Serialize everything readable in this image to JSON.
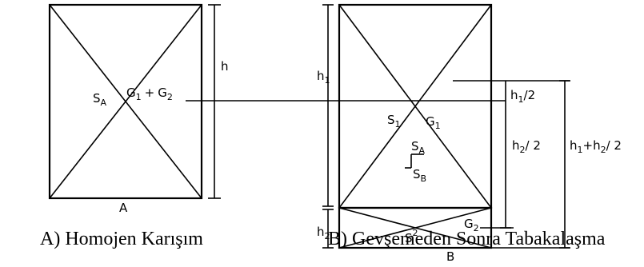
{
  "panel_a": {
    "label_bottom": "A",
    "height_label": "h",
    "center_S": "S",
    "center_S_sub": "A",
    "G1": "G",
    "G1_sub": "1",
    "plus": "+",
    "G2": "G",
    "G2_sub": "2"
  },
  "panel_b": {
    "label_bottom": "B",
    "h1": "h",
    "h1_sub": "1",
    "h2": "h",
    "h2_sub": "2",
    "S1": "S",
    "S1_sub": "1",
    "G1": "G",
    "G1_sub": "1",
    "SA": "S",
    "SA_sub": "A",
    "SB": "S",
    "SB_sub": "B",
    "S2": "S",
    "S2_sub": "2",
    "G2": "G",
    "G2_sub": "2",
    "dim1_h": "h",
    "dim1_sub": "1",
    "dim1_rest": "/2",
    "dim2_h": "h",
    "dim2_sub": "2",
    "dim2_rest": "/ 2",
    "dim3_h1": "h",
    "dim3_sub1": "1",
    "dim3_plus": "+h",
    "dim3_sub2": "2",
    "dim3_rest": "/ 2"
  },
  "captions": {
    "a": "A) Homojen Karışım",
    "b": "B) Gevşemeden Sonra Tabakalaşma"
  }
}
